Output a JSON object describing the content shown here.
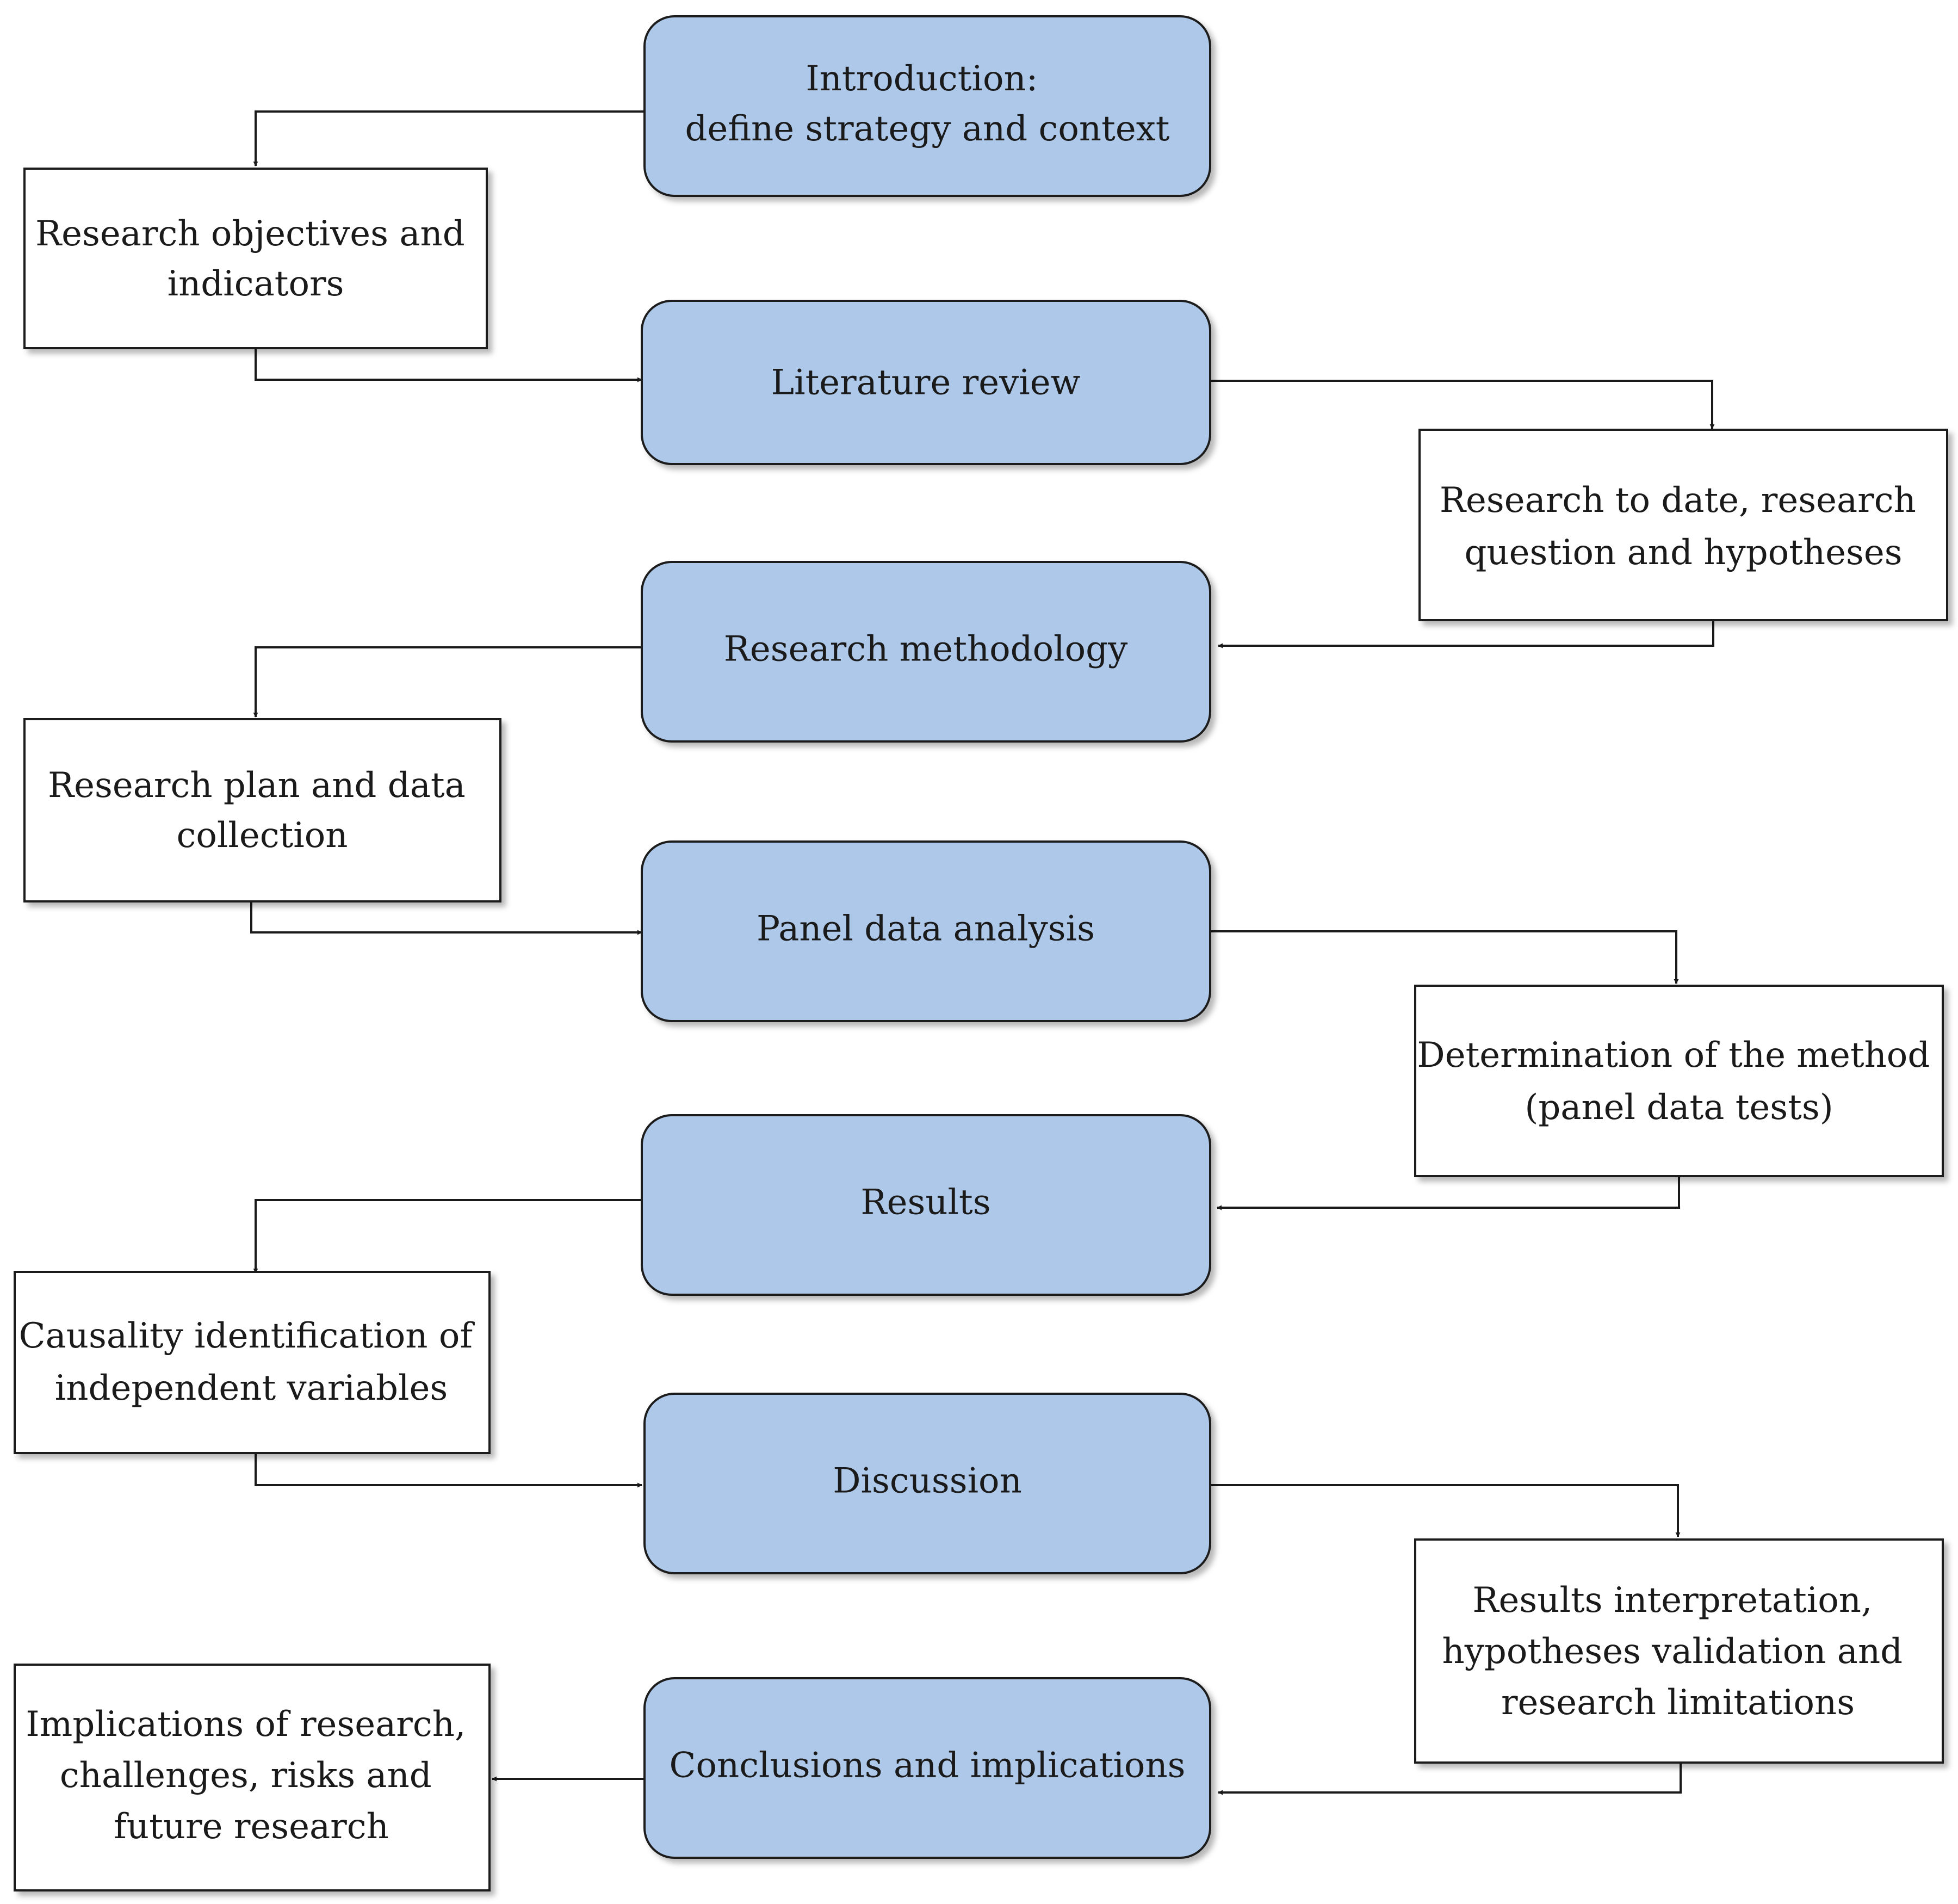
{
  "colors": {
    "stage_fill": "#aec8e9",
    "stage_stroke": "#1a1a1a",
    "note_fill": "#ffffff",
    "line": "#1a1a1a"
  },
  "stages": [
    {
      "id": "introduction",
      "lines": [
        "Introduction:",
        "define strategy and context"
      ]
    },
    {
      "id": "literature-review",
      "lines": [
        "Literature review"
      ]
    },
    {
      "id": "research-methodology",
      "lines": [
        "Research methodology"
      ]
    },
    {
      "id": "panel-data-analysis",
      "lines": [
        "Panel data analysis"
      ]
    },
    {
      "id": "results",
      "lines": [
        "Results"
      ]
    },
    {
      "id": "discussion",
      "lines": [
        "Discussion"
      ]
    },
    {
      "id": "conclusions",
      "lines": [
        "Conclusions and implications"
      ]
    }
  ],
  "notes": [
    {
      "id": "research-objectives",
      "lines": [
        "Research objectives and",
        "indicators"
      ]
    },
    {
      "id": "research-to-date",
      "lines": [
        "Research to date, research",
        "question and hypotheses"
      ]
    },
    {
      "id": "research-plan",
      "lines": [
        "Research plan and data",
        "collection"
      ]
    },
    {
      "id": "determination-method",
      "lines": [
        "Determination of the method",
        "(panel data tests)"
      ]
    },
    {
      "id": "causality-identification",
      "lines": [
        "Causality identification of",
        "independent variables"
      ]
    },
    {
      "id": "results-interpretation",
      "lines": [
        "Results interpretation,",
        "hypotheses validation and",
        "research limitations"
      ]
    },
    {
      "id": "implications",
      "lines": [
        "Implications of research,",
        "challenges, risks and",
        "future research"
      ]
    }
  ]
}
